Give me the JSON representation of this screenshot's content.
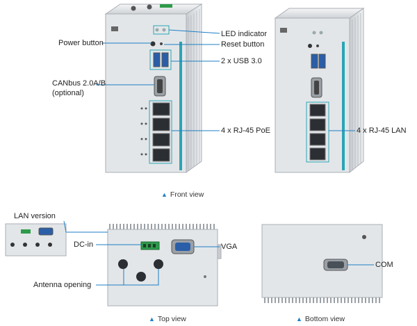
{
  "labels": {
    "led_indicator": "LED indicator",
    "power_button": "Power button",
    "reset_button": "Reset button",
    "usb": "2 x USB 3.0",
    "canbus_line1": "CANbus 2.0A/B",
    "canbus_line2": "(optional)",
    "rj45_poe": "4 x RJ-45 PoE",
    "rj45_lan": "4 x RJ-45 LAN",
    "lan_version": "LAN version",
    "dc_in": "DC-in",
    "vga": "VGA",
    "antenna_opening": "Antenna opening",
    "com": "COM"
  },
  "captions": {
    "front_view": "Front view",
    "top_view": "Top view",
    "bottom_view": "Bottom view"
  },
  "colors": {
    "accent": "#1e7fc4",
    "device_body": "#dde0e3",
    "device_edge": "#b9bec3",
    "teal_stripe": "#2aa5b5",
    "terminal_green": "#2e9a4a",
    "connector_blue": "#2a5ea8"
  },
  "icons": [
    "triangle-up-icon"
  ]
}
